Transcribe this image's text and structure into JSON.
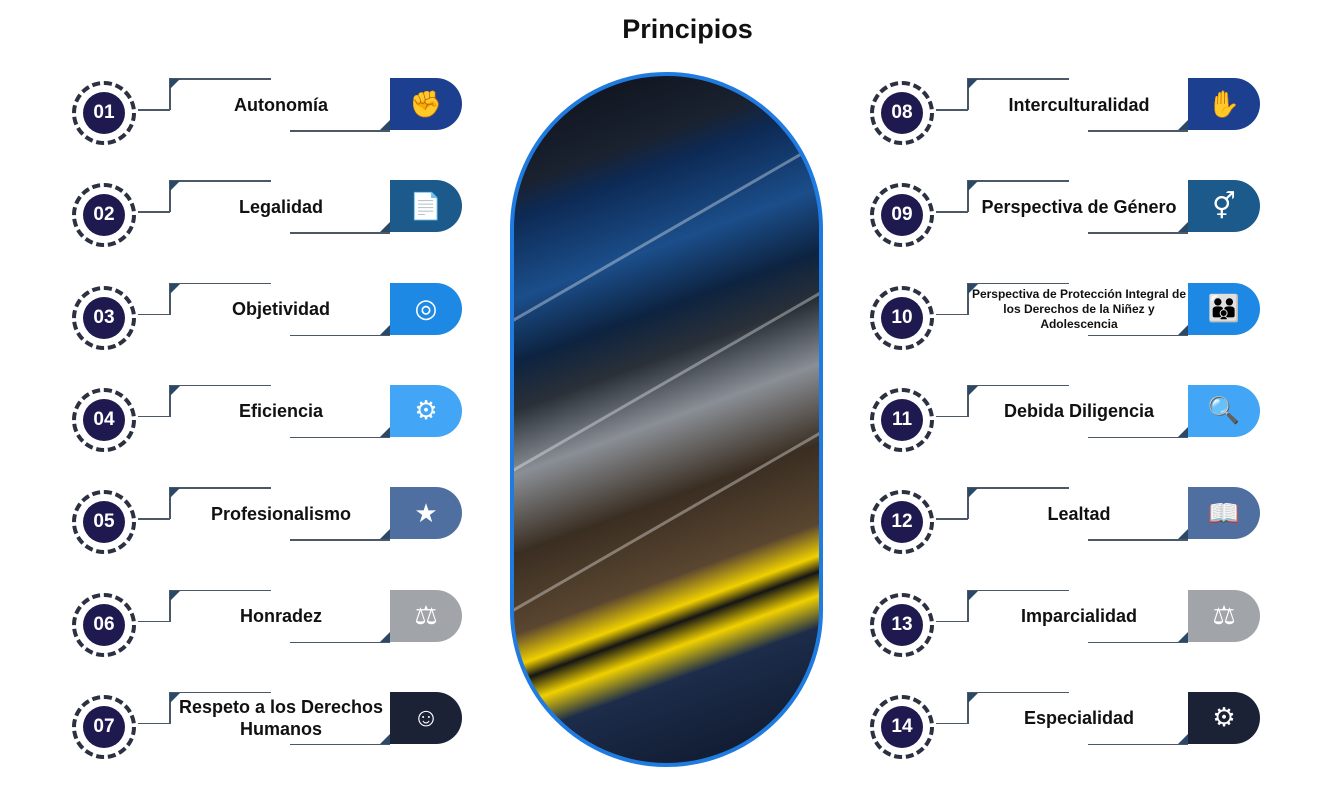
{
  "title": "Principios",
  "left": [
    {
      "num": "01",
      "label": "Autonomía",
      "icon": "fist-network-icon",
      "color": "#1d3f8f"
    },
    {
      "num": "02",
      "label": "Legalidad",
      "icon": "document-gavel-icon",
      "color": "#1b5a8a"
    },
    {
      "num": "03",
      "label": "Objetividad",
      "icon": "group-target-icon",
      "color": "#1e88e5"
    },
    {
      "num": "04",
      "label": "Eficiencia",
      "icon": "efficiency-gear-clock-icon",
      "color": "#42a5f5"
    },
    {
      "num": "05",
      "label": "Profesionalismo",
      "icon": "professional-stars-icon",
      "color": "#4f6fa0"
    },
    {
      "num": "06",
      "label": "Honradez",
      "icon": "person-balance-icon",
      "color": "#a1a5a9"
    },
    {
      "num": "07",
      "label": "Respeto a los Derechos Humanos",
      "icon": "hands-person-icon",
      "color": "#1b2236"
    }
  ],
  "right": [
    {
      "num": "08",
      "label": "Interculturalidad",
      "icon": "joined-hands-icon",
      "color": "#1d3f8f"
    },
    {
      "num": "09",
      "label": "Perspectiva de Género",
      "icon": "gender-icon",
      "color": "#1b5a8a"
    },
    {
      "num": "10",
      "label": "Perspectiva de Protección Integral de los Derechos de la Niñez y Adolescencia",
      "icon": "children-hands-icon",
      "color": "#1e88e5"
    },
    {
      "num": "11",
      "label": "Debida Diligencia",
      "icon": "document-search-icon",
      "color": "#42a5f5"
    },
    {
      "num": "12",
      "label": "Lealtad",
      "icon": "hand-book-icon",
      "color": "#4f6fa0"
    },
    {
      "num": "13",
      "label": "Imparcialidad",
      "icon": "scale-icon",
      "color": "#a1a5a9"
    },
    {
      "num": "14",
      "label": "Especialidad",
      "icon": "person-gear-icon",
      "color": "#1b2236"
    }
  ]
}
